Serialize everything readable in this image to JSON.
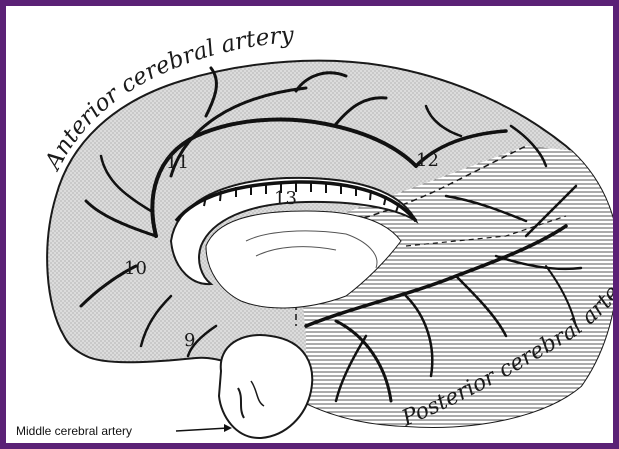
{
  "labels": {
    "anterior": "Anterior cerebral artery",
    "posterior": "Posterior cerebral artery",
    "middle": "Middle cerebral artery"
  },
  "region_numbers": [
    "9",
    "10",
    "11",
    "12",
    "13"
  ],
  "colors": {
    "frame": "#5b2176",
    "ink": "#1a1a1a",
    "anterior_fill": "#d9d9d9",
    "paper": "#ffffff"
  }
}
